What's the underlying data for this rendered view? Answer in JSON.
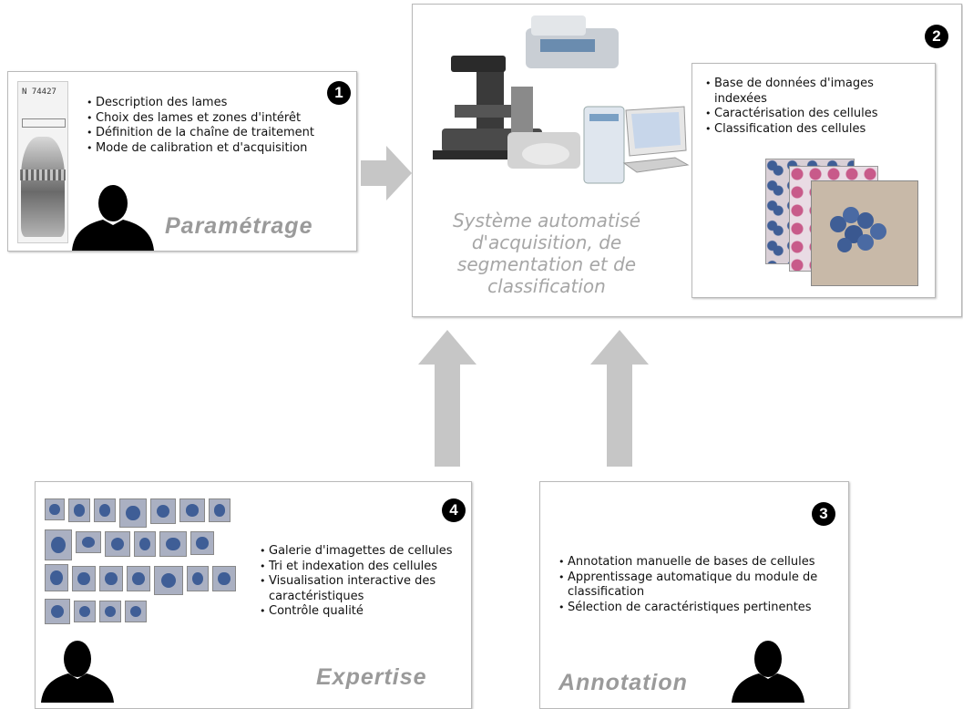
{
  "box1": {
    "slide_label": "N 74427",
    "bullets": [
      "Description des lames",
      "Choix des lames et zones d'intérêt",
      "Définition de la chaîne de traitement",
      "Mode de calibration et d'acquisition"
    ],
    "number": "1",
    "label": "Paramétrage"
  },
  "system": {
    "title": "Système automatisé d'acquisition, de segmentation et de classification",
    "number": "2",
    "bullets": [
      "Base de données d'images indexées",
      "Caractérisation des cellules",
      "Classification des cellules"
    ]
  },
  "box3": {
    "number": "3",
    "bullets": [
      "Annotation manuelle de bases de cellules",
      "Apprentissage automatique du module de classification",
      "Sélection de caractéristiques pertinentes"
    ],
    "label": "Annotation"
  },
  "box4": {
    "number": "4",
    "bullets": [
      "Galerie d'imagettes de cellules",
      "Tri et indexation des cellules",
      "Visualisation interactive des caractéristiques",
      "Contrôle qualité"
    ],
    "label": "Expertise"
  },
  "colors": {
    "arrow": "#c6c6c6",
    "label_text": "#9a9a9a",
    "cell_blue": "#3f5e96",
    "cell_pink": "#c85a8a"
  }
}
